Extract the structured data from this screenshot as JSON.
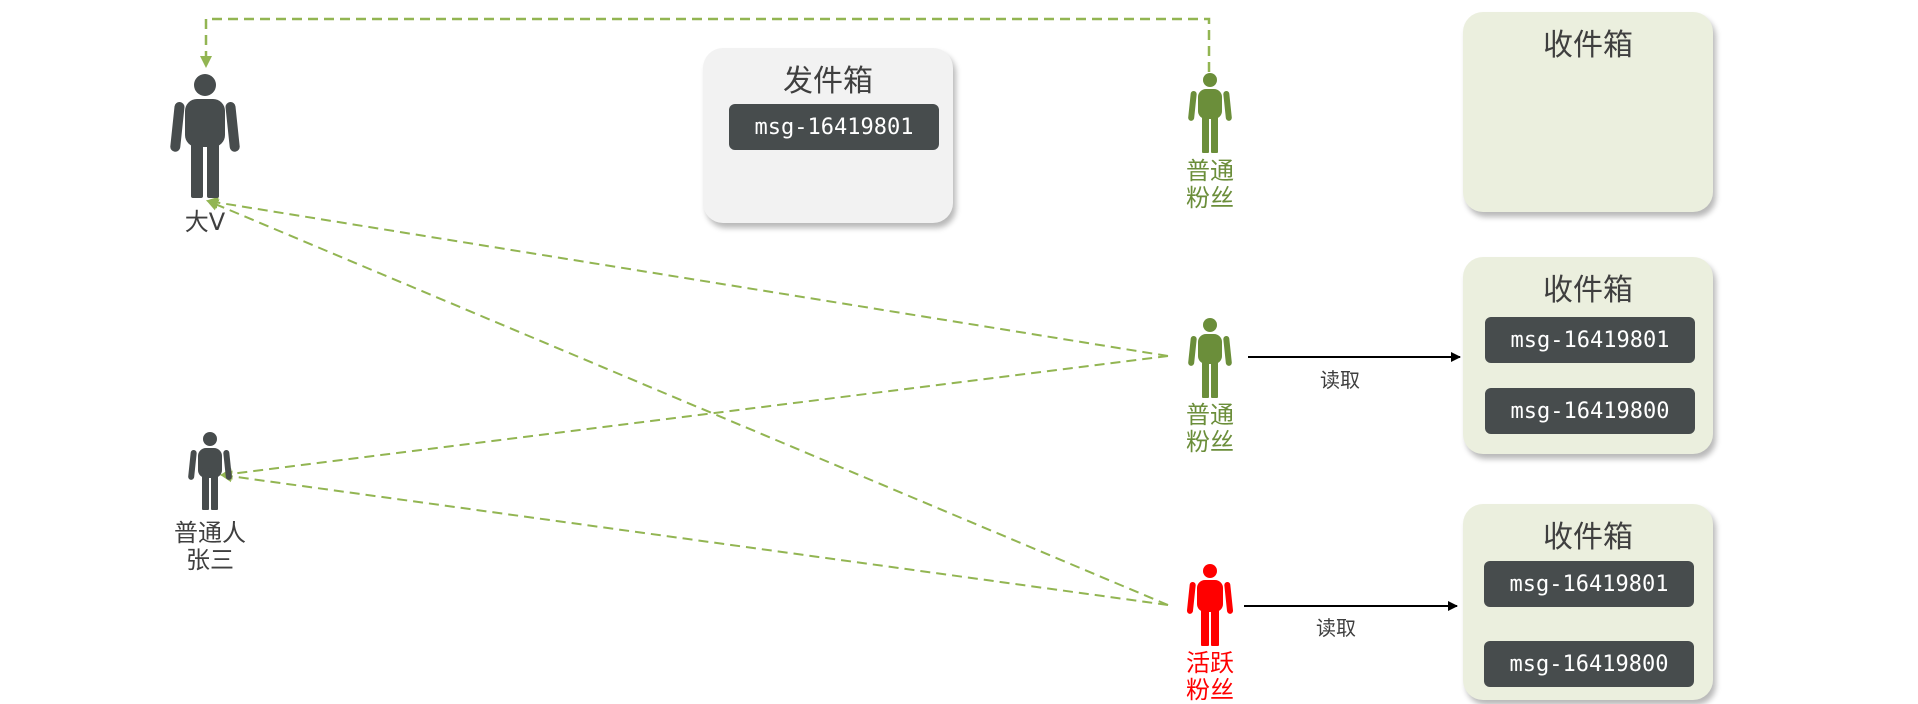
{
  "outbox": {
    "title": "发件箱",
    "messages": [
      "msg-16419801"
    ]
  },
  "inboxes": [
    {
      "title": "收件箱",
      "messages": []
    },
    {
      "title": "收件箱",
      "messages": [
        "msg-16419801",
        "msg-16419800"
      ]
    },
    {
      "title": "收件箱",
      "messages": [
        "msg-16419801",
        "msg-16419800"
      ]
    }
  ],
  "people": {
    "big_v": {
      "label": "大V",
      "icon": "person-icon",
      "color": "#474c4d"
    },
    "zhangsan": {
      "line1": "普通人",
      "line2": "张三",
      "icon": "person-icon",
      "color": "#474c4d"
    },
    "fan_top": {
      "line1": "普通",
      "line2": "粉丝",
      "icon": "person-icon",
      "color": "#6b8e3a"
    },
    "fan_mid": {
      "line1": "普通",
      "line2": "粉丝",
      "icon": "person-icon",
      "color": "#6b8e3a"
    },
    "fan_active": {
      "line1": "活跃",
      "line2": "粉丝",
      "icon": "person-icon",
      "color": "#ff0000"
    }
  },
  "read_labels": [
    "读取",
    "读取"
  ],
  "colors": {
    "dashed_link": "#92b552",
    "arrow": "#000000"
  }
}
